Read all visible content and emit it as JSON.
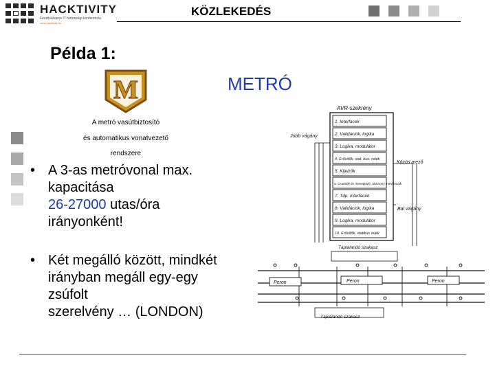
{
  "header": {
    "brand": "HACKTIVITY",
    "brand_subtitle": "Fesztiválváros IT biztonsági konferencia",
    "brand_subtitle2": "www.hacktivity.hu  ...",
    "title": "KÖZLEKEDÉS"
  },
  "slide": {
    "example_label": "Példa 1:",
    "metro_label": "METRÓ",
    "logo_letter": "M",
    "caption_lines": [
      "A metró vasútbiztosító",
      "és automatikus vonatvezető",
      "rendszere"
    ],
    "bullet1": {
      "line1": "A 3-as metróvonal max.",
      "line2": "kapacitása",
      "value": "26-27000",
      "line3_rest": " utas/óra",
      "line4": "irányonként!"
    },
    "bullet2": {
      "line1": "Két megálló között, mindkét",
      "line2": "irányban megáll egy-egy",
      "line3": "zsúfolt",
      "line4": "szerelvény … (LONDON)"
    },
    "bullet_symbol": "•"
  },
  "diagram": {
    "title": "AVR-szekrény",
    "items": [
      "1. Interfacek",
      "2. Validációk, logika",
      "3. Logika, modulátor",
      "4.  Erősítők, stat. bus. reték",
      "5. Kijelzők",
      "6. Csatolók és menetjelző, Alacsony frekvenciák",
      "7. Tdp. interfacek",
      "8. Validációk, logika",
      "9. Logika, modulátor",
      "10.  Erősítők, statikus reték"
    ],
    "label_left_top": "Jobb vágány",
    "label_right_mid": "Közös mező",
    "label_right_low": "Bal vágány",
    "label_fed_top": "Táplálandó szakasz",
    "label_fed_bottom": "Táplálandó szakasz",
    "platforms": [
      "Peron",
      "Peron",
      "Peron"
    ]
  },
  "colors": {
    "accent_blue": "#1f3aa8",
    "logo_gold": "#c8911e",
    "logo_dark": "#7a4e12"
  }
}
